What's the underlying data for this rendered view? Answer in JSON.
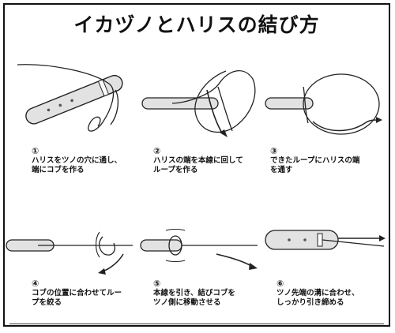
{
  "title": "イカヅノとハリスの結び方",
  "steps": [
    {
      "num": "①",
      "text": "ハリスをツノの穴に通し、\n端にコブを作る"
    },
    {
      "num": "②",
      "text": "ハリスの端を本線に回して\nループを作る"
    },
    {
      "num": "③",
      "text": "できたループにハリスの端\nを通す"
    },
    {
      "num": "④",
      "text": "コブの位置に合わせてルー\nプを絞る"
    },
    {
      "num": "⑤",
      "text": "本線を引き、結びコブを\nツノ側に移動させる"
    },
    {
      "num": "⑥",
      "text": "ツノ先端の溝に合わせ、\nしっかり引き締める"
    }
  ]
}
